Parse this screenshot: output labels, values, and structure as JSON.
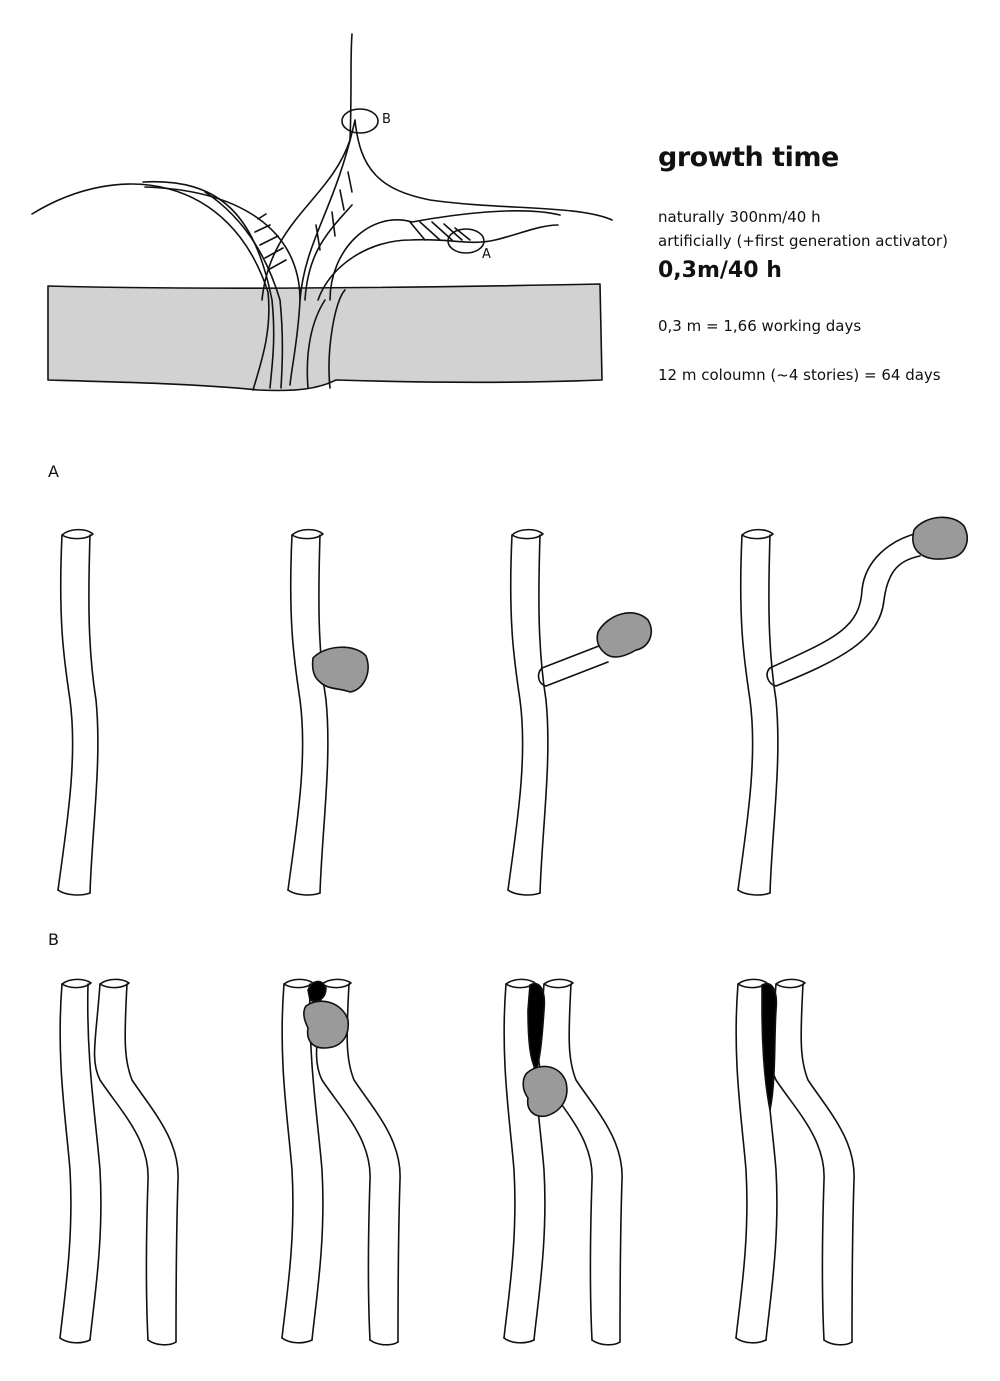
{
  "heading": "growth time",
  "rates": {
    "natural": "naturally 300nm/40 h",
    "artificial": "artificially (+first generation activator)"
  },
  "rate_value": "0,3m/40 h",
  "conversions": {
    "working_days": "0,3 m = 1,66 working days",
    "column": "12 m coloumn (~4 stories) = 64 days"
  },
  "markers": {
    "a": "A",
    "b": "B"
  },
  "sections": {
    "a_label": "A",
    "b_label": "B"
  },
  "colors": {
    "ground": "#d2d2d2",
    "activator": "#9a9a9a",
    "bond": "#000000",
    "stroke": "#111111"
  }
}
